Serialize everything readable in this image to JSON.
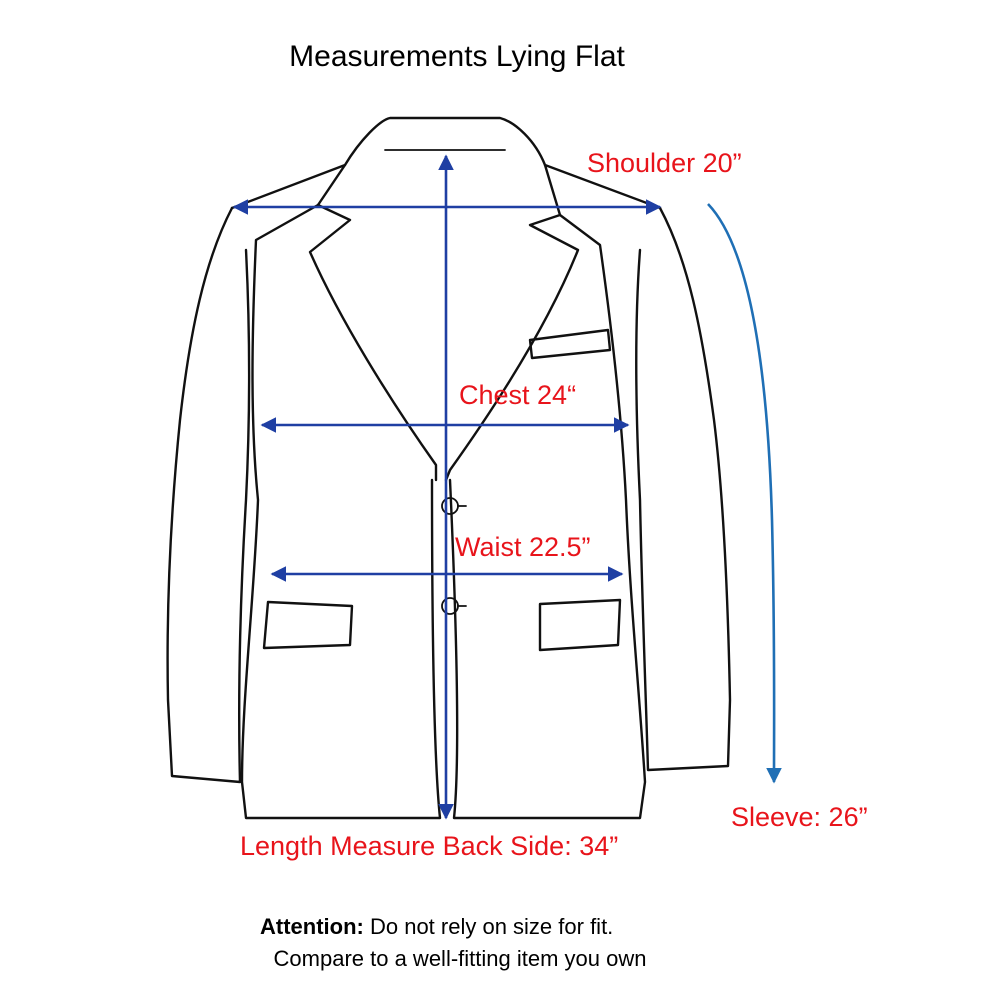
{
  "title": "Measurements Lying Flat",
  "measurements": {
    "shoulder": "Shoulder 20”",
    "chest": "Chest 24“",
    "waist": "Waist  22.5”",
    "sleeve": "Sleeve:  26”",
    "length": "Length Measure Back Side:  34”"
  },
  "note": {
    "label": "Attention:",
    "line1": " Do not rely on size for fit.",
    "line2": "Compare to a well-fitting item you own"
  },
  "colors": {
    "measurement_text": "#e8141b",
    "measure_arrow": "#1f3fa3",
    "sleeve_arrow": "#1f6fb5",
    "outline": "#111111"
  }
}
